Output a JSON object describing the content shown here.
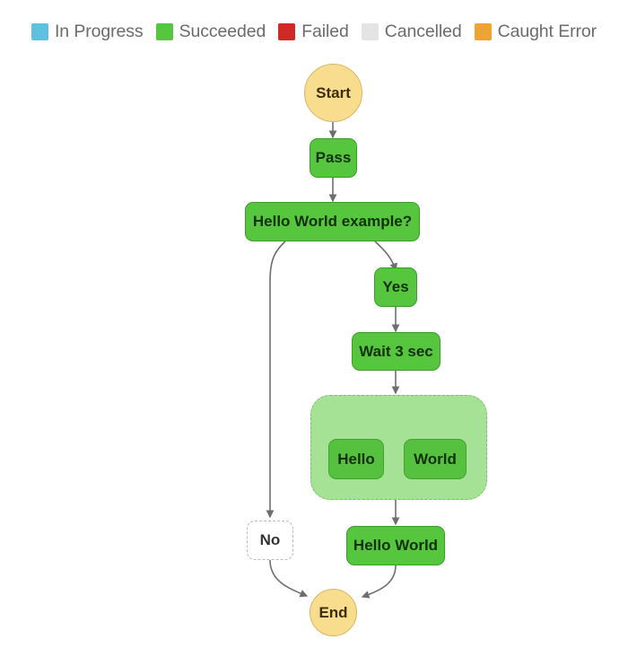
{
  "legend": {
    "items": [
      {
        "label": "In Progress",
        "color": "#5fc0e0"
      },
      {
        "label": "Succeeded",
        "color": "#56c63f"
      },
      {
        "label": "Failed",
        "color": "#cf2b26"
      },
      {
        "label": "Cancelled",
        "color": "#e4e4e4"
      },
      {
        "label": "Caught Error",
        "color": "#eca433"
      }
    ]
  },
  "graph": {
    "nodes": {
      "start": {
        "label": "Start"
      },
      "pass": {
        "label": "Pass"
      },
      "choice": {
        "label": "Hello World example?"
      },
      "no": {
        "label": "No"
      },
      "yes": {
        "label": "Yes"
      },
      "wait": {
        "label": "Wait 3 sec"
      },
      "hello": {
        "label": "Hello"
      },
      "world": {
        "label": "World"
      },
      "hello_world": {
        "label": "Hello World"
      },
      "end": {
        "label": "End"
      }
    },
    "edges": [
      {
        "from": "start",
        "to": "pass"
      },
      {
        "from": "pass",
        "to": "choice"
      },
      {
        "from": "choice",
        "to": "no"
      },
      {
        "from": "choice",
        "to": "yes"
      },
      {
        "from": "yes",
        "to": "wait"
      },
      {
        "from": "wait",
        "to": "parallel"
      },
      {
        "from": "parallel",
        "to": "hello"
      },
      {
        "from": "parallel",
        "to": "world"
      },
      {
        "from": "parallel",
        "to": "hello_world"
      },
      {
        "from": "no",
        "to": "end"
      },
      {
        "from": "hello_world",
        "to": "end"
      }
    ],
    "colors": {
      "succeeded_fill": "#56c63f",
      "succeeded_stroke": "#3f9c2c",
      "terminal_fill": "#f8dd8f",
      "terminal_stroke": "#d6b860",
      "parallel_fill": "#a5e296",
      "parallel_stroke": "#7ac268",
      "skipped_stroke": "#b9b9b9",
      "edge_stroke": "#6e6e6e"
    }
  }
}
